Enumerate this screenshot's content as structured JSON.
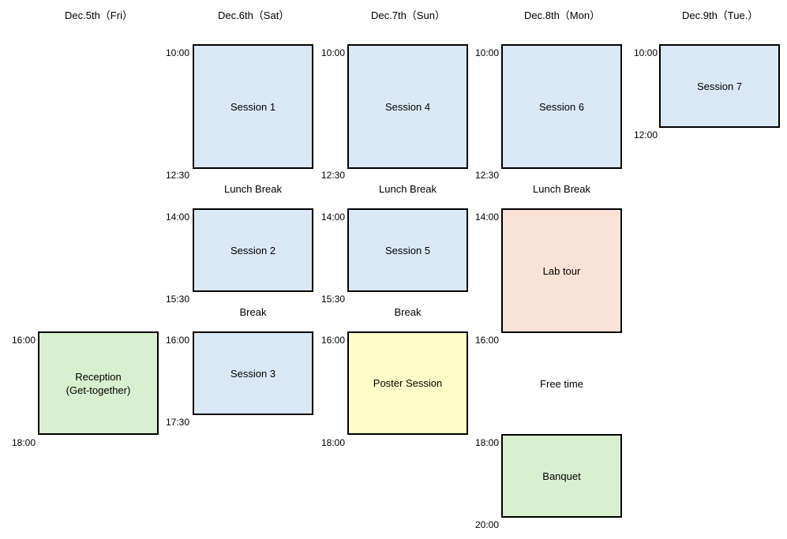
{
  "colors": {
    "session": "#dae8f6",
    "social": "#d9f0d0",
    "tour": "#fbe2d6",
    "poster": "#fefdc8",
    "border": "#000000"
  },
  "days": [
    {
      "header": "Dec.5th（Fri）"
    },
    {
      "header": "Dec.6th（Sat）"
    },
    {
      "header": "Dec.7th（Sun）"
    },
    {
      "header": "Dec.8th（Mon）"
    },
    {
      "header": "Dec.9th（Tue.）"
    }
  ],
  "blocks": {
    "reception": {
      "label": "Reception\n(Get-together)",
      "start": "16:00",
      "end": "18:00"
    },
    "session1": {
      "label": "Session 1",
      "start": "10:00",
      "end": "12:30"
    },
    "session2": {
      "label": "Session 2",
      "start": "14:00",
      "end": "15:30"
    },
    "session3": {
      "label": "Session 3",
      "start": "16:00",
      "end": "17:30"
    },
    "session4": {
      "label": "Session 4",
      "start": "10:00",
      "end": "12:30"
    },
    "session5": {
      "label": "Session 5",
      "start": "14:00",
      "end": "15:30"
    },
    "poster": {
      "label": "Poster Session",
      "start": "16:00",
      "end": "18:00"
    },
    "session6": {
      "label": "Session 6",
      "start": "10:00",
      "end": "12:30"
    },
    "labtour": {
      "label": "Lab tour",
      "start": "14:00",
      "end": "16:00"
    },
    "banquet": {
      "label": "Banquet",
      "start": "18:00",
      "end": "20:00"
    },
    "session7": {
      "label": "Session 7",
      "start": "10:00",
      "end": "12:00"
    }
  },
  "gaps": {
    "lunch_sat": "Lunch Break",
    "break_sat": "Break",
    "lunch_sun": "Lunch Break",
    "break_sun": "Break",
    "lunch_mon": "Lunch Break",
    "free_mon": "Free time"
  }
}
